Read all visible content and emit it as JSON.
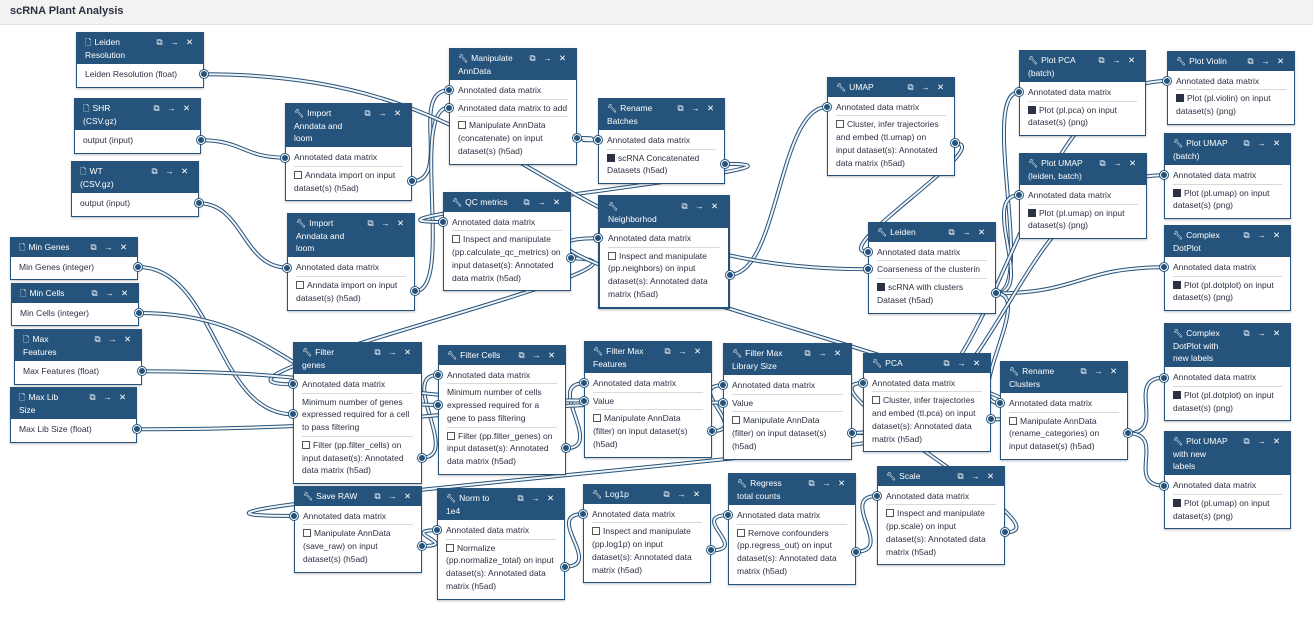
{
  "workflow": {
    "title": "scRNA Plant Analysis"
  },
  "icons": {
    "tool": "wrench-icon",
    "input": "file-icon",
    "copy": "copy-icon",
    "forward": "arrow-right-icon",
    "close": "close-icon",
    "check_on": "checkbox-checked-icon",
    "check_off": "checkbox-icon"
  },
  "colors": {
    "header": "#25537b",
    "edge": "#25537b",
    "edge_fill": "#f2f4f7",
    "title_bar": "#f2f2f2"
  },
  "nodes": [
    {
      "id": "leiden_res",
      "kind": "input",
      "title": "Leiden Resolution",
      "rows": [
        {
          "text": "Leiden Resolution (float)"
        }
      ]
    },
    {
      "id": "shr",
      "kind": "input",
      "title": "SHR (CSV.gz)",
      "rows": [
        {
          "text": "output (input)"
        }
      ]
    },
    {
      "id": "wt",
      "kind": "input",
      "title": "WT (CSV.gz)",
      "rows": [
        {
          "text": "output (input)"
        }
      ]
    },
    {
      "id": "min_genes",
      "kind": "input",
      "title": "Min Genes",
      "rows": [
        {
          "text": "Min Genes (integer)"
        }
      ]
    },
    {
      "id": "min_cells",
      "kind": "input",
      "title": "Min Cells",
      "rows": [
        {
          "text": "Min Cells (integer)"
        }
      ]
    },
    {
      "id": "max_features",
      "kind": "input",
      "title": "Max Features",
      "rows": [
        {
          "text": "Max Features (float)"
        }
      ]
    },
    {
      "id": "max_lib",
      "kind": "input",
      "title": "Max Lib Size",
      "rows": [
        {
          "text": "Max Lib Size (float)"
        }
      ]
    },
    {
      "id": "import1",
      "kind": "tool",
      "title": "Import Anndata and loom",
      "rows": [
        {
          "text": "Annotated data matrix"
        },
        {
          "text": "Anndata import on input dataset(s) (h5ad)",
          "check": false
        }
      ]
    },
    {
      "id": "import2",
      "kind": "tool",
      "title": "Import Anndata and loom",
      "rows": [
        {
          "text": "Annotated data matrix"
        },
        {
          "text": "Anndata import on input dataset(s) (h5ad)",
          "check": false
        }
      ]
    },
    {
      "id": "manip",
      "kind": "tool",
      "title": "Manipulate AnnData",
      "rows": [
        {
          "text": "Annotated data matrix"
        },
        {
          "text": "Annotated data matrix to add"
        },
        {
          "text": "Manipulate AnnData (concatenate) on input dataset(s) (h5ad)",
          "check": false
        }
      ]
    },
    {
      "id": "rename_b",
      "kind": "tool",
      "title": "Rename Batches",
      "rows": [
        {
          "text": "Annotated data matrix"
        },
        {
          "text": "scRNA Concatenated Datasets (h5ad)",
          "check": true
        }
      ]
    },
    {
      "id": "qc",
      "kind": "tool",
      "title": "QC metrics",
      "rows": [
        {
          "text": "Annotated data matrix"
        },
        {
          "text": "Inspect and manipulate (pp.calculate_qc_metrics) on input dataset(s): Annotated data matrix (h5ad)",
          "check": false
        }
      ]
    },
    {
      "id": "neigh",
      "kind": "tool",
      "title": "Neighborhod",
      "rows": [
        {
          "text": "Annotated data matrix"
        },
        {
          "text": "Inspect and manipulate (pp.neighbors) on input dataset(s): Annotated data matrix (h5ad)",
          "check": false
        }
      ]
    },
    {
      "id": "umap",
      "kind": "tool",
      "title": "UMAP",
      "rows": [
        {
          "text": "Annotated data matrix"
        },
        {
          "text": "Cluster, infer trajectories and embed (tl.umap) on input dataset(s): Annotated data matrix (h5ad)",
          "check": false
        }
      ]
    },
    {
      "id": "leiden",
      "kind": "tool",
      "title": "Leiden",
      "rows": [
        {
          "text": "Annotated data matrix"
        },
        {
          "text": "Coarseness of the clusterin"
        },
        {
          "text": "scRNA with clusters Dataset (h5ad)",
          "check": true
        }
      ]
    },
    {
      "id": "plot_pca",
      "kind": "tool",
      "title": "Plot PCA (batch)",
      "rows": [
        {
          "text": "Annotated data matrix"
        },
        {
          "text": "Plot (pl.pca) on input dataset(s) (png)",
          "check": true
        }
      ]
    },
    {
      "id": "plot_umap_lb",
      "kind": "tool",
      "title": "Plot UMAP (leiden, batch)",
      "rows": [
        {
          "text": "Annotated data matrix"
        },
        {
          "text": "Plot (pl.umap) on input dataset(s) (png)",
          "check": true
        }
      ]
    },
    {
      "id": "plot_violin",
      "kind": "tool",
      "title": "Plot Violin",
      "rows": [
        {
          "text": "Annotated data matrix"
        },
        {
          "text": "Plot (pl.violin) on input dataset(s) (png)",
          "check": true
        }
      ]
    },
    {
      "id": "plot_umap_b",
      "kind": "tool",
      "title": "Plot UMAP (batch)",
      "rows": [
        {
          "text": "Annotated data matrix"
        },
        {
          "text": "Plot (pl.umap) on input dataset(s) (png)",
          "check": true
        }
      ]
    },
    {
      "id": "dotplot",
      "kind": "tool",
      "title": "Complex DotPlot",
      "rows": [
        {
          "text": "Annotated data matrix"
        },
        {
          "text": "Plot (pl.dotplot) on input dataset(s) (png)",
          "check": true
        }
      ]
    },
    {
      "id": "dotplot_new",
      "kind": "tool",
      "title": "Complex DotPlot with new labels",
      "rows": [
        {
          "text": "Annotated data matrix"
        },
        {
          "text": "Plot (pl.dotplot) on input dataset(s) (png)",
          "check": true
        }
      ]
    },
    {
      "id": "umap_new",
      "kind": "tool",
      "title": "Plot UMAP with new labels",
      "rows": [
        {
          "text": "Annotated data matrix"
        },
        {
          "text": "Plot (pl.umap) on input dataset(s) (png)",
          "check": true
        }
      ]
    },
    {
      "id": "filter_genes",
      "kind": "tool",
      "title": "Filter genes",
      "rows": [
        {
          "text": "Annotated data matrix"
        },
        {
          "text": "Minimum number of genes expressed required for a cell to pass filtering"
        },
        {
          "text": "Filter (pp.filter_cells) on input dataset(s): Annotated data matrix (h5ad)",
          "check": false
        }
      ]
    },
    {
      "id": "filter_cells",
      "kind": "tool",
      "title": "Filter Cells",
      "rows": [
        {
          "text": "Annotated data matrix"
        },
        {
          "text": "Minimum number of cells expressed required for a gene to pass filtering"
        },
        {
          "text": "Filter (pp.filter_genes) on input dataset(s): Annotated data matrix (h5ad)",
          "check": false
        }
      ]
    },
    {
      "id": "filter_maxf",
      "kind": "tool",
      "title": "Filter Max Features",
      "rows": [
        {
          "text": "Annotated data matrix"
        },
        {
          "text": "Value"
        },
        {
          "text": "Manipulate AnnData (filter) on input dataset(s) (h5ad)",
          "check": false
        }
      ]
    },
    {
      "id": "filter_maxl",
      "kind": "tool",
      "title": "Filter Max Library Size",
      "rows": [
        {
          "text": "Annotated data matrix"
        },
        {
          "text": "Value"
        },
        {
          "text": "Manipulate AnnData (filter) on input dataset(s) (h5ad)",
          "check": false
        }
      ]
    },
    {
      "id": "pca",
      "kind": "tool",
      "title": "PCA",
      "rows": [
        {
          "text": "Annotated data matrix"
        },
        {
          "text": "Cluster, infer trajectories and embed (tl.pca) on input dataset(s): Annotated data matrix (h5ad)",
          "check": false
        }
      ]
    },
    {
      "id": "rename_c",
      "kind": "tool",
      "title": "Rename Clusters",
      "rows": [
        {
          "text": "Annotated data matrix"
        },
        {
          "text": "Manipulate AnnData (rename_categories) on input dataset(s) (h5ad)",
          "check": false
        }
      ]
    },
    {
      "id": "save_raw",
      "kind": "tool",
      "title": "Save RAW",
      "rows": [
        {
          "text": "Annotated data matrix"
        },
        {
          "text": "Manipulate AnnData (save_raw) on input dataset(s) (h5ad)",
          "check": false
        }
      ]
    },
    {
      "id": "norm",
      "kind": "tool",
      "title": "Norm to 1e4",
      "rows": [
        {
          "text": "Annotated data matrix"
        },
        {
          "text": "Normalize (pp.normalize_total) on input dataset(s): Annotated data matrix (h5ad)",
          "check": false
        }
      ]
    },
    {
      "id": "log1p",
      "kind": "tool",
      "title": "Log1p",
      "rows": [
        {
          "text": "Annotated data matrix"
        },
        {
          "text": "Inspect and manipulate (pp.log1p) on input dataset(s): Annotated data matrix (h5ad)",
          "check": false
        }
      ]
    },
    {
      "id": "regress",
      "kind": "tool",
      "title": "Regress total counts",
      "rows": [
        {
          "text": "Annotated data matrix"
        },
        {
          "text": "Remove confounders (pp.regress_out) on input dataset(s): Annotated data matrix (h5ad)",
          "check": false
        }
      ]
    },
    {
      "id": "scale",
      "kind": "tool",
      "title": "Scale",
      "rows": [
        {
          "text": "Annotated data matrix"
        },
        {
          "text": "Inspect and manipulate (pp.scale) on input dataset(s): Annotated data matrix (h5ad)",
          "check": false
        }
      ]
    }
  ],
  "edges": [
    [
      "shr",
      "0",
      "import1",
      "0"
    ],
    [
      "wt",
      "0",
      "import2",
      "0"
    ],
    [
      "import1",
      "1",
      "manip",
      "0"
    ],
    [
      "import2",
      "1",
      "manip",
      "1"
    ],
    [
      "manip",
      "2",
      "rename_b",
      "0"
    ],
    [
      "rename_b",
      "1",
      "qc",
      "0"
    ],
    [
      "qc",
      "1",
      "filter_genes",
      "0"
    ],
    [
      "min_genes",
      "0",
      "filter_genes",
      "1"
    ],
    [
      "filter_genes",
      "2",
      "filter_cells",
      "0"
    ],
    [
      "min_cells",
      "0",
      "filter_cells",
      "1"
    ],
    [
      "filter_cells",
      "2",
      "filter_maxf",
      "0"
    ],
    [
      "max_features",
      "0",
      "filter_maxf",
      "1"
    ],
    [
      "filter_maxf",
      "2",
      "filter_maxl",
      "0"
    ],
    [
      "max_lib",
      "0",
      "filter_maxl",
      "1"
    ],
    [
      "filter_maxl",
      "2",
      "save_raw",
      "0"
    ],
    [
      "save_raw",
      "1",
      "norm",
      "0"
    ],
    [
      "norm",
      "1",
      "log1p",
      "0"
    ],
    [
      "log1p",
      "1",
      "regress",
      "0"
    ],
    [
      "regress",
      "1",
      "scale",
      "0"
    ],
    [
      "scale",
      "1",
      "pca",
      "0"
    ],
    [
      "pca",
      "1",
      "neigh",
      "0"
    ],
    [
      "neigh",
      "1",
      "umap",
      "0"
    ],
    [
      "umap",
      "1",
      "leiden",
      "0"
    ],
    [
      "leiden_res",
      "0",
      "leiden",
      "1"
    ],
    [
      "leiden",
      "2",
      "plot_pca",
      "0"
    ],
    [
      "leiden",
      "2",
      "plot_umap_lb",
      "0"
    ],
    [
      "leiden",
      "2",
      "dotplot",
      "0"
    ],
    [
      "leiden",
      "2",
      "rename_c",
      "0"
    ],
    [
      "rename_c",
      "1",
      "dotplot_new",
      "0"
    ],
    [
      "rename_c",
      "1",
      "umap_new",
      "0"
    ],
    [
      "filter_maxl",
      "2",
      "plot_violin",
      "0"
    ],
    [
      "filter_maxl",
      "2",
      "plot_umap_b",
      "0"
    ]
  ]
}
